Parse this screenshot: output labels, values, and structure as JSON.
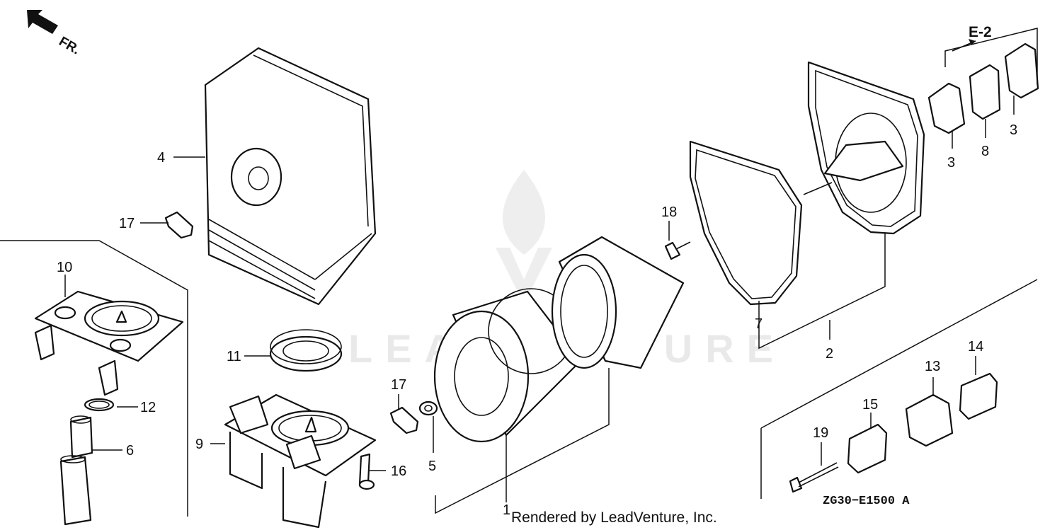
{
  "diagram": {
    "direction_label": "FR.",
    "section_ref": "E-2",
    "diagram_code": "ZG30−E1500 A",
    "credit": "Rendered by LeadVenture, Inc.",
    "watermark": "LEADVENTURE",
    "callouts": {
      "p1": "1",
      "p2": "2",
      "p3a": "3",
      "p3b": "3",
      "p4": "4",
      "p5": "5",
      "p6": "6",
      "p7": "7",
      "p8": "8",
      "p9": "9",
      "p10": "10",
      "p11": "11",
      "p12": "12",
      "p13": "13",
      "p14": "14",
      "p15": "15",
      "p16": "16",
      "p17a": "17",
      "p17b": "17",
      "p18": "18",
      "p19": "19"
    }
  }
}
